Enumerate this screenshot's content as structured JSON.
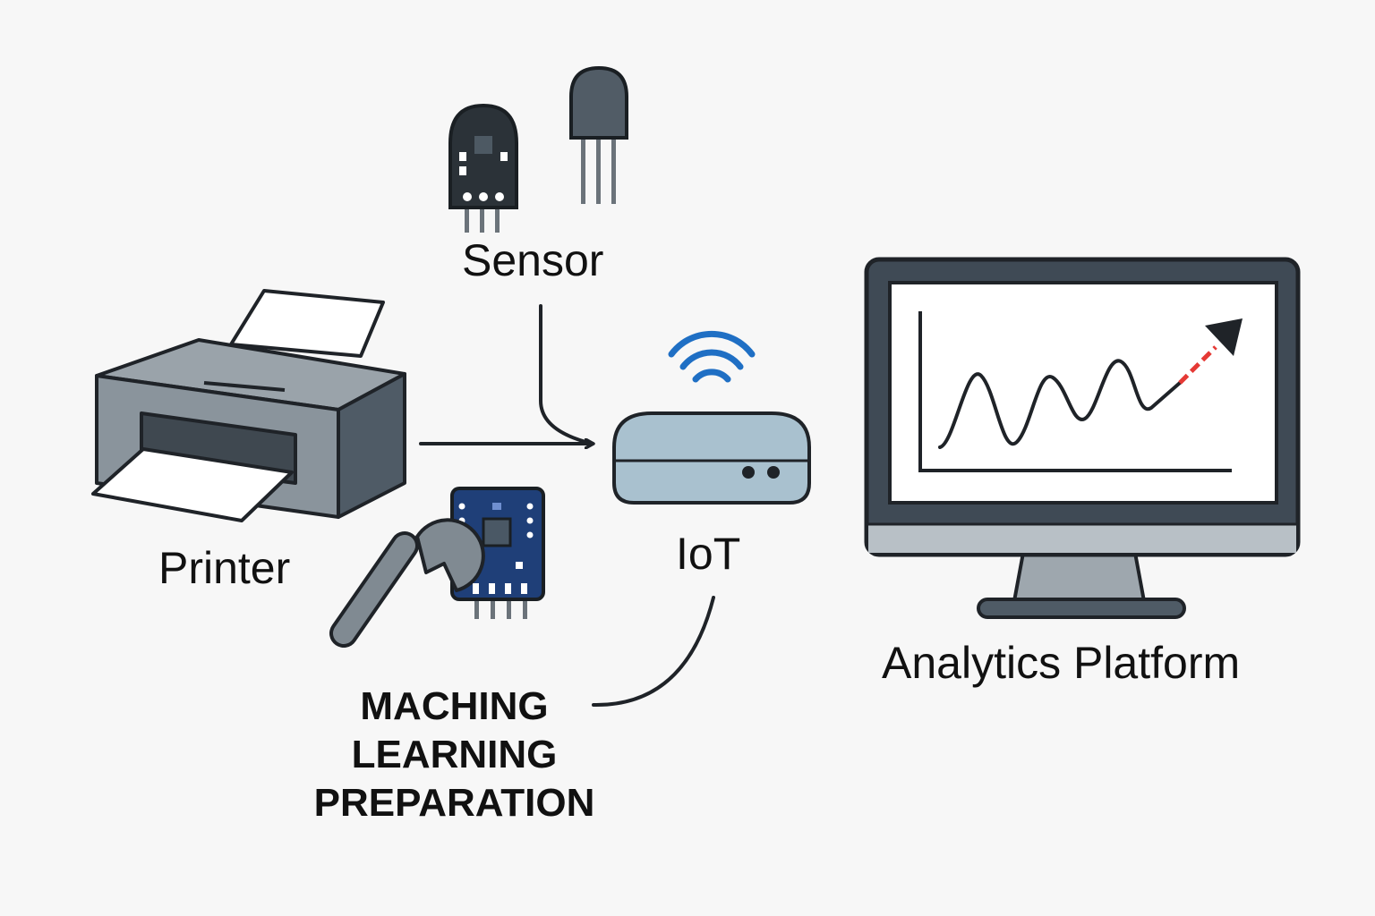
{
  "nodes": {
    "sensor": {
      "label": "Sensor"
    },
    "printer": {
      "label": "Printer"
    },
    "iot": {
      "label": "IoT"
    },
    "analytics": {
      "label": "Analytics Platform"
    },
    "ml": {
      "lines": [
        "MACHING",
        "LEARNING",
        "PREPARATION"
      ]
    }
  },
  "icons": {
    "sensor": [
      "sensor-module-icon",
      "transistor-sensor-icon"
    ],
    "printer": "printer-icon",
    "iot": [
      "router-icon",
      "wifi-icon"
    ],
    "analytics": [
      "monitor-icon",
      "line-chart-icon"
    ],
    "ml": [
      "wrench-icon",
      "circuit-board-icon"
    ]
  },
  "colors": {
    "outline": "#1f2328",
    "device_gray": "#8a949c",
    "router_blue": "#a9c1cf",
    "wifi_blue": "#1f6fc4",
    "board_blue": "#1f3f78",
    "trend_red": "#e53935"
  }
}
